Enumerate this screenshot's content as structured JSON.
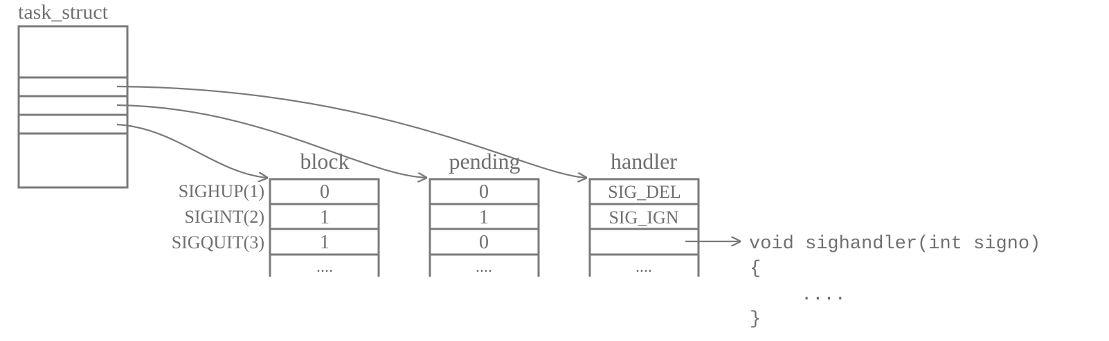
{
  "task_struct": {
    "title": "task_struct"
  },
  "signals": [
    "SIGHUP(1)",
    "SIGINT(2)",
    "SIGQUIT(3)"
  ],
  "tables": {
    "block": {
      "title": "block",
      "cells": [
        "0",
        "1",
        "1",
        "...."
      ]
    },
    "pending": {
      "title": "pending",
      "cells": [
        "0",
        "1",
        "0",
        "...."
      ]
    },
    "handler": {
      "title": "handler",
      "cells": [
        "SIG_DEL",
        "SIG_IGN",
        "",
        "...."
      ]
    }
  },
  "code": {
    "signature": "void sighandler(int signo)",
    "open_brace": "{",
    "body": "....",
    "close_brace": "}"
  },
  "colors": {
    "line": "#7a7a7a",
    "text": "#6f6f6f"
  }
}
